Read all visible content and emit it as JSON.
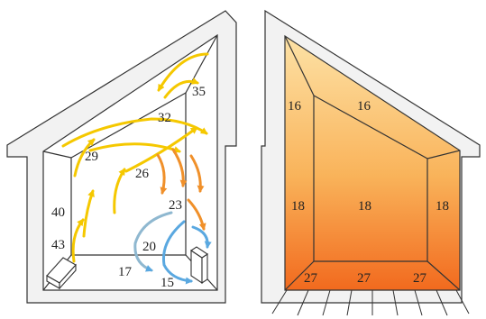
{
  "left_room": {
    "labels": {
      "t35": "35",
      "t32": "32",
      "t29": "29",
      "t26": "26",
      "t23": "23",
      "t40": "40",
      "t43": "43",
      "t20": "20",
      "t17": "17",
      "t15": "15"
    },
    "arrow_colors": {
      "warm": "#f5c800",
      "hot": "#f0902a",
      "cool": "#5aa8e0"
    }
  },
  "right_room": {
    "labels": {
      "ceiling_left": "16",
      "ceiling_right": "16",
      "wall_left": "18",
      "wall_center": "18",
      "wall_right": "18",
      "floor_left": "27",
      "floor_center": "27",
      "floor_right": "27"
    },
    "gradient_colors": {
      "top": "#fde2a6",
      "middle": "#f9b35a",
      "bottom": "#f26a1e"
    }
  },
  "colors": {
    "wall_fill": "#f2f2f2",
    "outline": "#333333"
  }
}
